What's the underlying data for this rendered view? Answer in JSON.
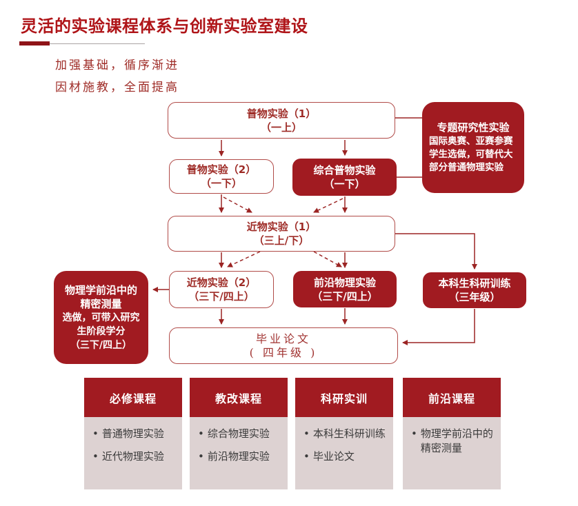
{
  "page": {
    "title": "灵活的实验课程体系与创新实验室建设",
    "subtitle_lines": [
      "加强基础，循序渐进",
      "因材施教，全面提高"
    ]
  },
  "colors": {
    "dark_red_fill": "#A11B21",
    "box_border_red": "#B04A47",
    "connector_red": "#9B2423",
    "title_red": "#AF1418",
    "column_body_pink": "#DDD2D2"
  },
  "icons": {
    "bullet": "•"
  },
  "flowchart": {
    "boxes": {
      "pw1": {
        "line1": "普物实验（1）",
        "line2": "（一上）"
      },
      "pw2": {
        "line1": "普物实验（2）",
        "line2": "（一下）"
      },
      "zonghe": {
        "line1": "综合普物实验",
        "line2": "（一下）"
      },
      "jw1": {
        "line1": "近物实验（1）",
        "line2": "（三上/下）"
      },
      "jw2": {
        "line1": "近物实验（2）",
        "line2": "（三下/四上）"
      },
      "qianyan": {
        "line1": "前沿物理实验",
        "line2": "（三下/四上）"
      },
      "benke": {
        "line1": "本科生科研训练",
        "line2": "（三年级）"
      },
      "biye": {
        "line1": "毕业论文",
        "line2": "( 四年级 )"
      },
      "zhuanti": {
        "line1": "专题研究性实验",
        "line2": "国际奥赛、亚赛参赛",
        "line3": "学生选做，可替代大",
        "line4": "部分普通物理实验"
      },
      "wuli": {
        "line1": "物理学前沿中的",
        "line2": "精密测量",
        "line3": "选做，可带入研究",
        "line4": "生阶段学分",
        "line5": "（三下/四上）"
      }
    }
  },
  "columns": [
    {
      "header": "必修课程",
      "items": [
        "普通物理实验",
        "近代物理实验"
      ]
    },
    {
      "header": "教改课程",
      "items": [
        "综合物理实验",
        "前沿物理实验"
      ]
    },
    {
      "header": "科研实训",
      "items": [
        "本科生科研训练",
        "毕业论文"
      ]
    },
    {
      "header": "前沿课程",
      "items": [
        "物理学前沿中的精密测量"
      ]
    }
  ]
}
